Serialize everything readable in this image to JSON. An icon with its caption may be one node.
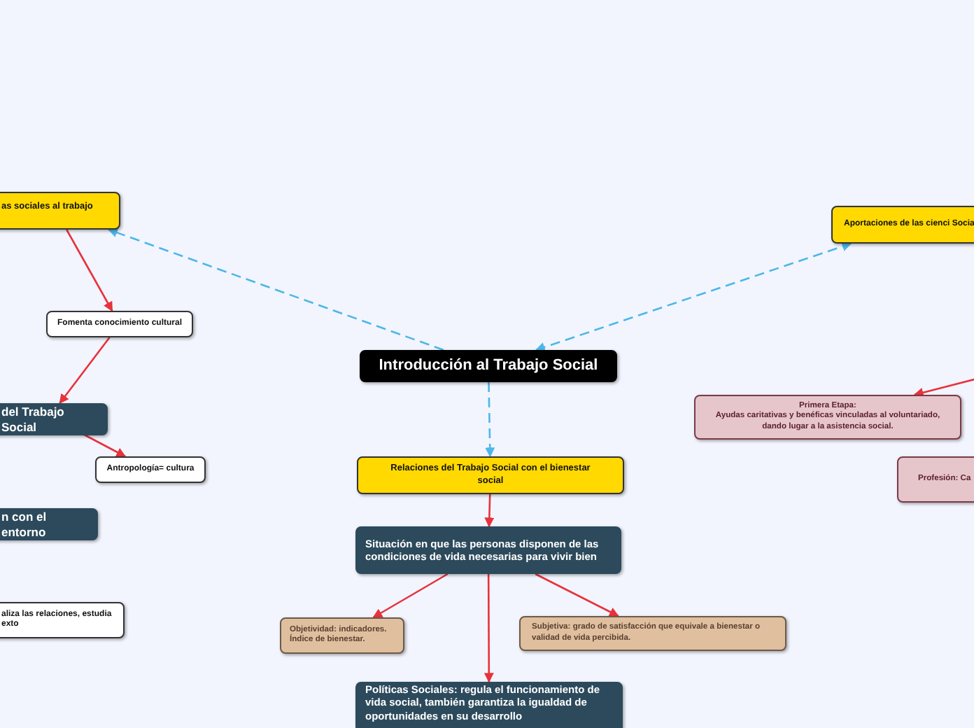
{
  "diagram": {
    "nodes": [
      {
        "text": [
          "Introducción al Trabajo Social"
        ]
      },
      {
        "text": [
          "as sociales al trabajo"
        ]
      },
      {
        "text": [
          "Fomenta conocimiento cultural"
        ]
      },
      {
        "text": [
          "del Trabajo Social"
        ]
      },
      {
        "text": [
          "Antropología= cultura"
        ]
      },
      {
        "text": [
          "n con el entorno"
        ]
      },
      {
        "text": [
          "aliza las relaciones, estudia exto"
        ]
      },
      {
        "text": [
          "Aportaciones de las cienci Socia"
        ]
      },
      {
        "text": [
          "Relaciones del Trabajo Social con el bienestar social"
        ]
      },
      {
        "text": [
          "Situación en que las personas disponen de las condiciones de vida necesarias para vivir bien"
        ]
      },
      {
        "text": [
          "Objetividad: indicadores. Índice de bienestar."
        ]
      },
      {
        "text": [
          "Subjetiva: grado de satisfacción que equivale a bienestar o validad de vida percibida."
        ]
      },
      {
        "text": [
          "Políticas Sociales: regula el funcionamiento de vida social, también garantiza la igualdad de oportunidades en su desarrollo"
        ]
      },
      {
        "text": [
          "Primera Etapa:",
          "Ayudas caritativas y benéficas vinculadas al voluntariado, dando lugar a la asistencia social."
        ]
      },
      {
        "text": [
          "Profesión: Ca"
        ]
      }
    ],
    "edges": [
      {
        "from": 0,
        "to": 1,
        "arrow": "to",
        "style": "dashed",
        "color": "#4db6ea"
      },
      {
        "from": 0,
        "to": 7,
        "arrow": "both",
        "style": "dashed",
        "color": "#4db6ea"
      },
      {
        "from": 0,
        "to": 8,
        "arrow": "to",
        "style": "dashed",
        "color": "#4db6ea"
      },
      {
        "from": 1,
        "to": 2,
        "arrow": "to"
      },
      {
        "from": 2,
        "to": 3,
        "arrow": "to"
      },
      {
        "from": 3,
        "to": 4,
        "arrow": "to"
      },
      {
        "from": 8,
        "to": 9,
        "arrow": "to"
      },
      {
        "from": 9,
        "to": 10,
        "arrow": "to"
      },
      {
        "from": 9,
        "to": 11,
        "arrow": "to"
      },
      {
        "from": 9,
        "to": 12,
        "arrow": "to"
      },
      {
        "from": null,
        "to": 13,
        "arrow": "to"
      }
    ]
  }
}
